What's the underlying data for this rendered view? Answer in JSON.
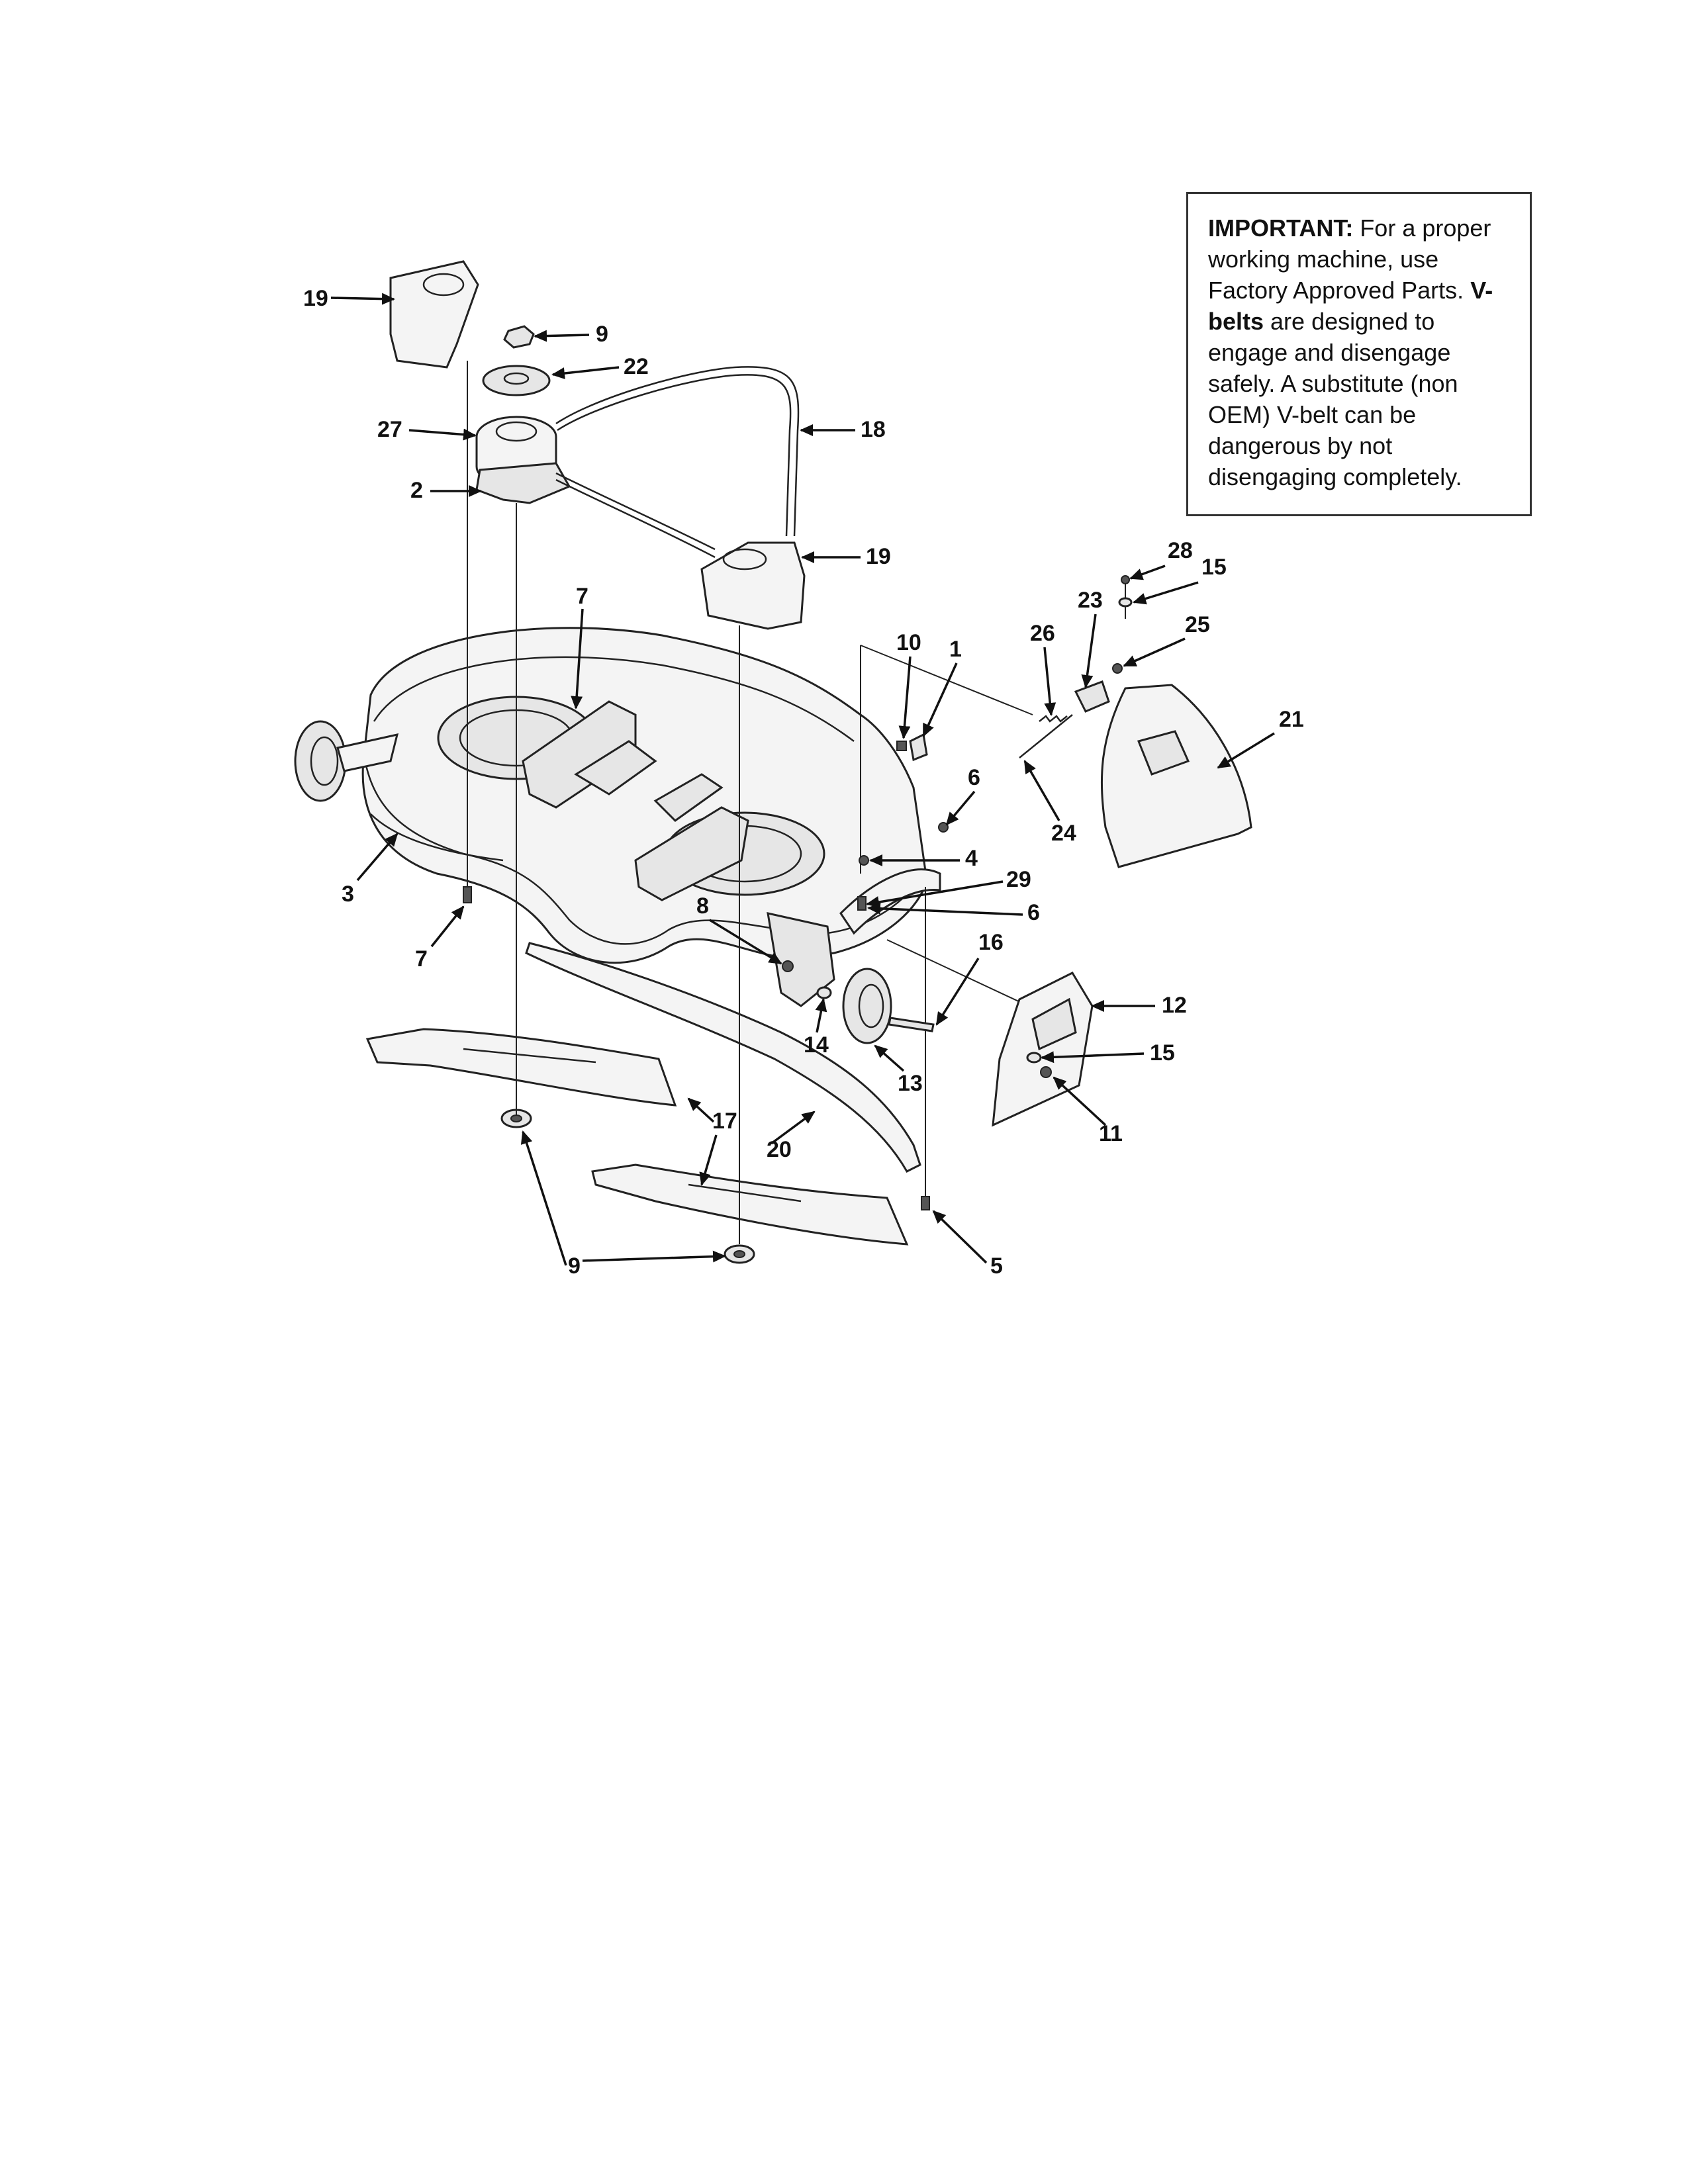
{
  "note": {
    "important_label": "IMPORTANT:",
    "important_text": " For a proper working machine, use Factory Approved Parts.",
    "vbelts_label": "V-belts",
    "vbelts_text": " are designed to engage and disengage safely. A substitute (non OEM) V-belt can be dangerous by not disengaging completely."
  },
  "callouts": {
    "c1": "1",
    "c2": "2",
    "c3": "3",
    "c4": "4",
    "c5": "5",
    "c6a": "6",
    "c6b": "6",
    "c7a": "7",
    "c7b": "7",
    "c8": "8",
    "c9a": "9",
    "c9b": "9",
    "c10": "10",
    "c11": "11",
    "c12": "12",
    "c13": "13",
    "c14": "14",
    "c15a": "15",
    "c15b": "15",
    "c16": "16",
    "c17": "17",
    "c18": "18",
    "c19a": "19",
    "c19b": "19",
    "c20": "20",
    "c21": "21",
    "c22": "22",
    "c23": "23",
    "c24": "24",
    "c25": "25",
    "c26": "26",
    "c27": "27",
    "c28": "28",
    "c29": "29"
  }
}
